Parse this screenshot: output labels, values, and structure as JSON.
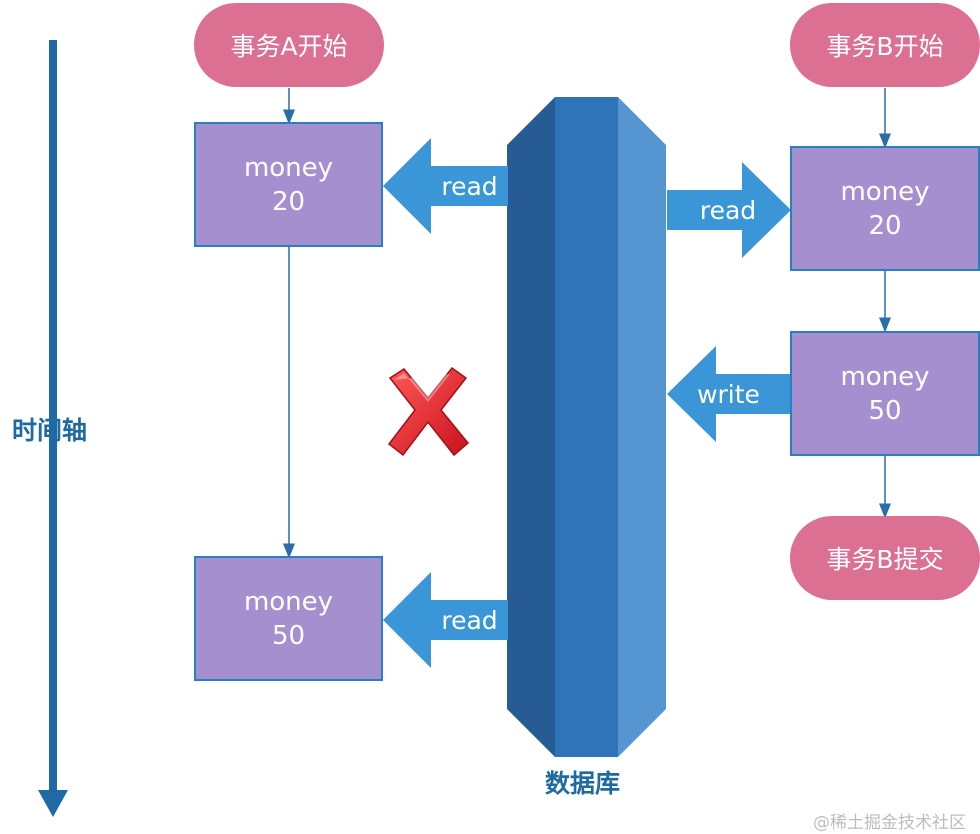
{
  "timeline": {
    "label": "时间轴"
  },
  "transaction_a": {
    "start": "事务A开始",
    "box1": {
      "name": "money",
      "value": "20"
    },
    "box2": {
      "name": "money",
      "value": "50"
    }
  },
  "transaction_b": {
    "start": "事务B开始",
    "box1": {
      "name": "money",
      "value": "20"
    },
    "box2": {
      "name": "money",
      "value": "50"
    },
    "commit": "事务B提交"
  },
  "database": {
    "label": "数据库"
  },
  "arrows": {
    "a_read_1": "read",
    "a_read_2": "read",
    "b_read": "read",
    "b_write": "write"
  },
  "marks": {
    "cross": "cross-mark-icon"
  },
  "colors": {
    "pill": "#db7093",
    "box": "#a68fcf",
    "arrow": "#3a96d6",
    "db_dark": "#265b94",
    "db_mid": "#2f73b9",
    "db_light": "#5596d2",
    "timeline": "#1f6aa2",
    "cross": "#e3232d"
  },
  "watermark": "@稀土掘金技术社区"
}
